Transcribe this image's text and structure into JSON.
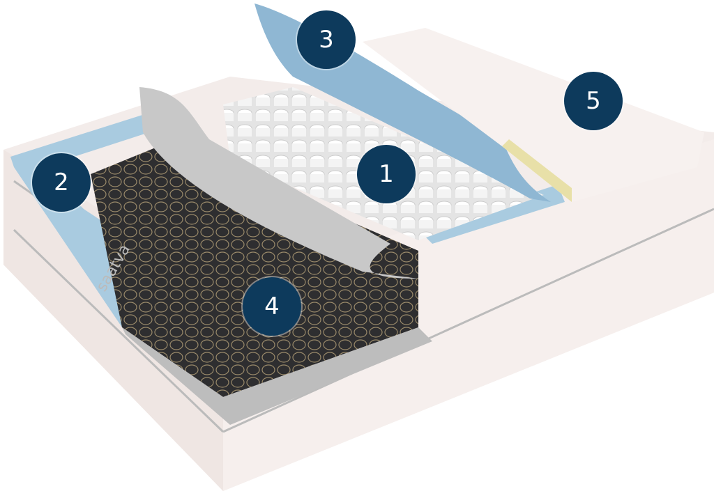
{
  "badge_color": "#0d3a5c",
  "callouts": [
    {
      "label": "1"
    },
    {
      "label": "2"
    },
    {
      "label": "3"
    },
    {
      "label": "4"
    },
    {
      "label": "5"
    }
  ],
  "brand_mark": "saatva"
}
